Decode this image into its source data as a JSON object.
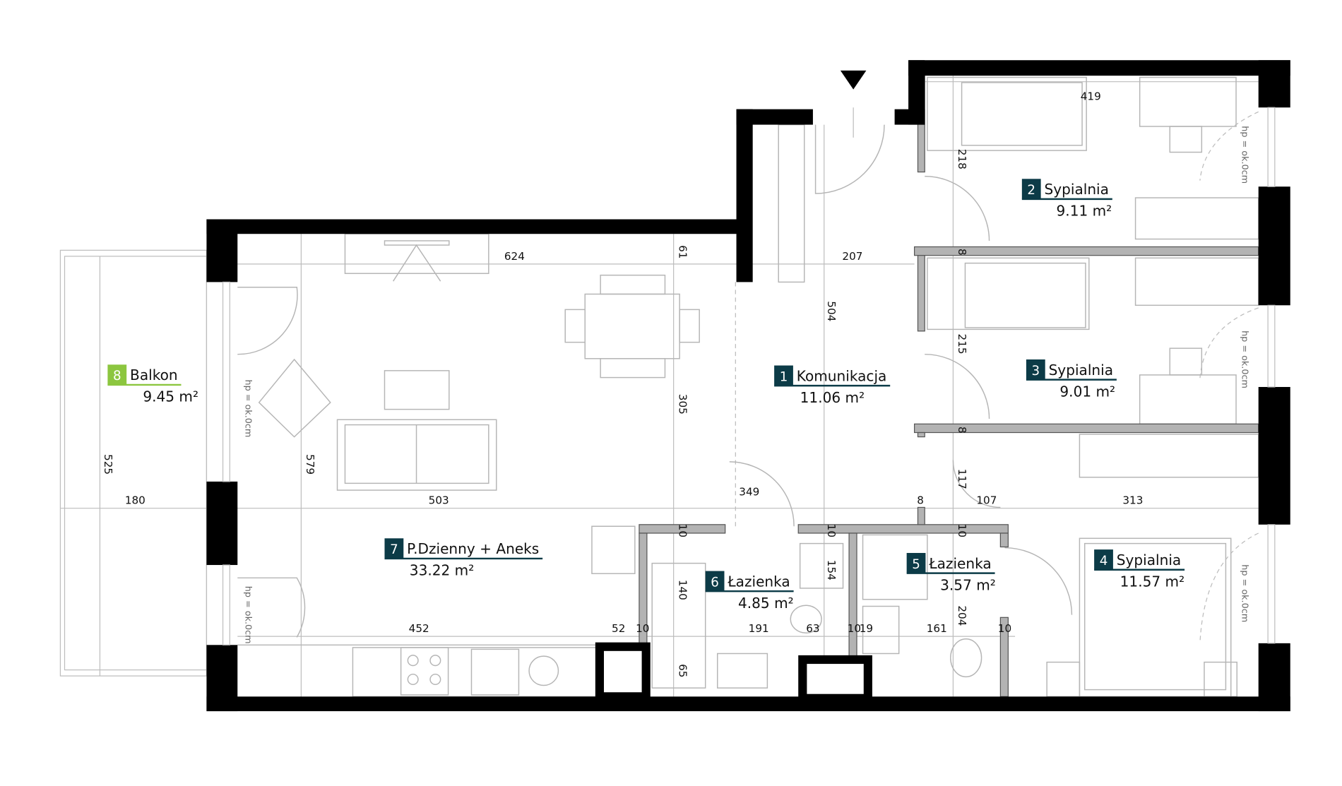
{
  "colors": {
    "room_tag": "#0c3b47",
    "balcony_tag": "#8cc63f",
    "partition": "#b3b3b3",
    "wall": "#000000"
  },
  "entrance_marker": "entrance-arrow-icon",
  "rooms": [
    {
      "number": "1",
      "name": "Komunikacja",
      "area": "11.06",
      "unit": "m²"
    },
    {
      "number": "2",
      "name": "Sypialnia",
      "area": "9.11",
      "unit": "m²"
    },
    {
      "number": "3",
      "name": "Sypialnia",
      "area": "9.01",
      "unit": "m²"
    },
    {
      "number": "4",
      "name": "Sypialnia",
      "area": "11.57",
      "unit": "m²"
    },
    {
      "number": "5",
      "name": "Łazienka",
      "area": "3.57",
      "unit": "m²"
    },
    {
      "number": "6",
      "name": "Łazienka",
      "area": "4.85",
      "unit": "m²"
    },
    {
      "number": "7",
      "name": "P.Dzienny + Aneks",
      "area": "33.22",
      "unit": "m²"
    },
    {
      "number": "8",
      "name": "Balkon",
      "area": "9.45",
      "unit": "m²"
    }
  ],
  "dimensions_horizontal": [
    "419",
    "624",
    "207",
    "180",
    "503",
    "349",
    "8",
    "107",
    "313",
    "452",
    "52",
    "10",
    "191",
    "63",
    "10",
    "19",
    "161",
    "10"
  ],
  "dimensions_vertical": [
    "218",
    "8",
    "61",
    "504",
    "215",
    "305",
    "8",
    "117",
    "525",
    "579",
    "10",
    "10",
    "10",
    "140",
    "154",
    "204",
    "65"
  ],
  "window_note": "hp = ok.0cm"
}
